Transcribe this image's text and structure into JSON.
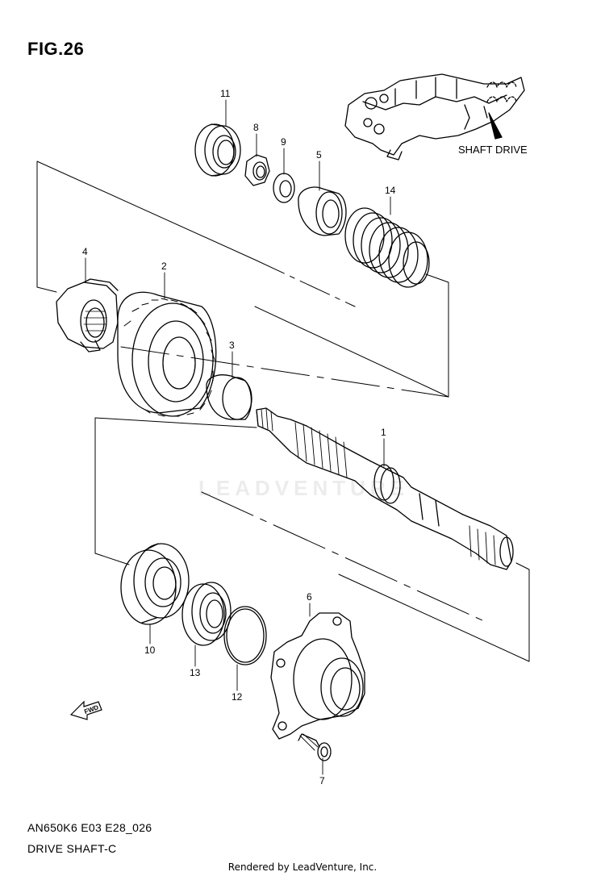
{
  "figure": {
    "title": "FIG.26"
  },
  "inset": {
    "label": "SHAFT DRIVE"
  },
  "callouts": {
    "p1": "1",
    "p2": "2",
    "p3": "3",
    "p4": "4",
    "p5": "5",
    "p6": "6",
    "p7": "7",
    "p8": "8",
    "p9": "9",
    "p10": "10",
    "p11": "11",
    "p12": "12",
    "p13": "13",
    "p14": "14"
  },
  "direction": {
    "label": "FWD"
  },
  "footer": {
    "model_code": "AN650K6 E03 E28_026",
    "section_name": "DRIVE SHAFT-C",
    "rendered_by": "Rendered by LeadVenture, Inc."
  },
  "watermark": "LEADVENTURE"
}
